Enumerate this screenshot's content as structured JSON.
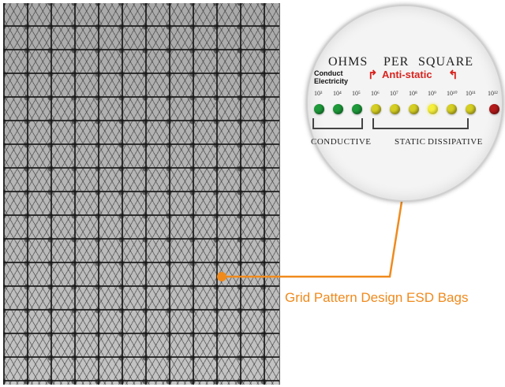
{
  "meter": {
    "heading_ohms": "OHMS",
    "heading_per": "PER",
    "heading_square": "SQUARE",
    "conduct_label_line1": "Conduct",
    "conduct_label_line2": "Electricity",
    "antistatic_label": "Anti-static",
    "exponents": [
      "10³",
      "10⁴",
      "10⁵",
      "10⁶",
      "10⁷",
      "10⁸",
      "10⁹",
      "10¹⁰",
      "10¹¹",
      "10¹²"
    ],
    "leds": [
      "green",
      "green",
      "green",
      "yellow",
      "yellow",
      "yellow",
      "lit",
      "yellow",
      "yellow",
      "red"
    ],
    "label_conductive": "CONDUCTIVE",
    "label_static": "STATIC",
    "label_dissipative": "DISSIPATIVE"
  },
  "colors": {
    "callout": "#f08a1c",
    "antistatic": "#d9231e",
    "led_green": "#1e9a3a",
    "led_yellow": "#d6cf23",
    "led_red": "#b31a1a"
  },
  "callout": {
    "text": "Grid Pattern Design ESD Bags"
  }
}
